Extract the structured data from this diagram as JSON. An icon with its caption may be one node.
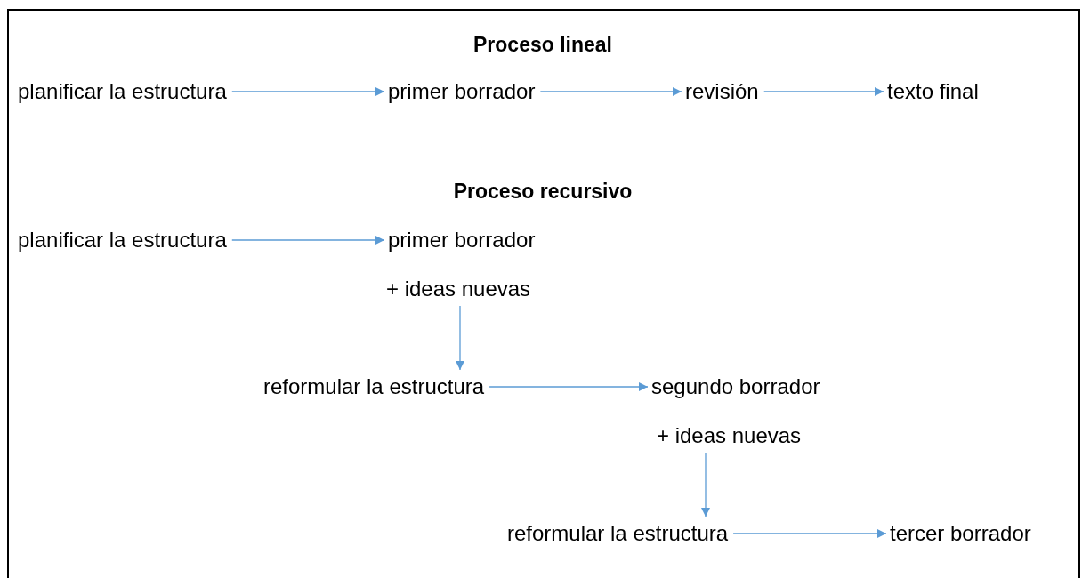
{
  "diagram": {
    "nodes": [
      {
        "text": [
          "planificar la estructura"
        ]
      },
      {
        "text": [
          "primer borrador"
        ]
      },
      {
        "text": [
          "revisión"
        ]
      },
      {
        "text": [
          "texto final"
        ]
      },
      {
        "text": [
          "planificar la estructura"
        ]
      },
      {
        "text": [
          "primer borrador"
        ]
      },
      {
        "text": [
          "+ ideas nuevas"
        ]
      },
      {
        "text": [
          "reformular la estructura"
        ]
      },
      {
        "text": [
          "segundo borrador"
        ]
      },
      {
        "text": [
          "+ ideas nuevas"
        ]
      },
      {
        "text": [
          "reformular la estructura"
        ]
      },
      {
        "text": [
          "tercer borrador"
        ]
      }
    ],
    "edges": [
      {
        "from": 0,
        "to": 1,
        "arrow": "to"
      },
      {
        "from": 1,
        "to": 2,
        "arrow": "to"
      },
      {
        "from": 2,
        "to": 3,
        "arrow": "to"
      },
      {
        "from": 4,
        "to": 5,
        "arrow": "to"
      },
      {
        "from": 6,
        "to": 7,
        "arrow": "to"
      },
      {
        "from": 7,
        "to": 8,
        "arrow": "to"
      },
      {
        "from": 9,
        "to": 10,
        "arrow": "to"
      },
      {
        "from": 10,
        "to": 11,
        "arrow": "to"
      }
    ],
    "labels": [
      "Proceso lineal",
      "Proceso recursivo"
    ]
  }
}
